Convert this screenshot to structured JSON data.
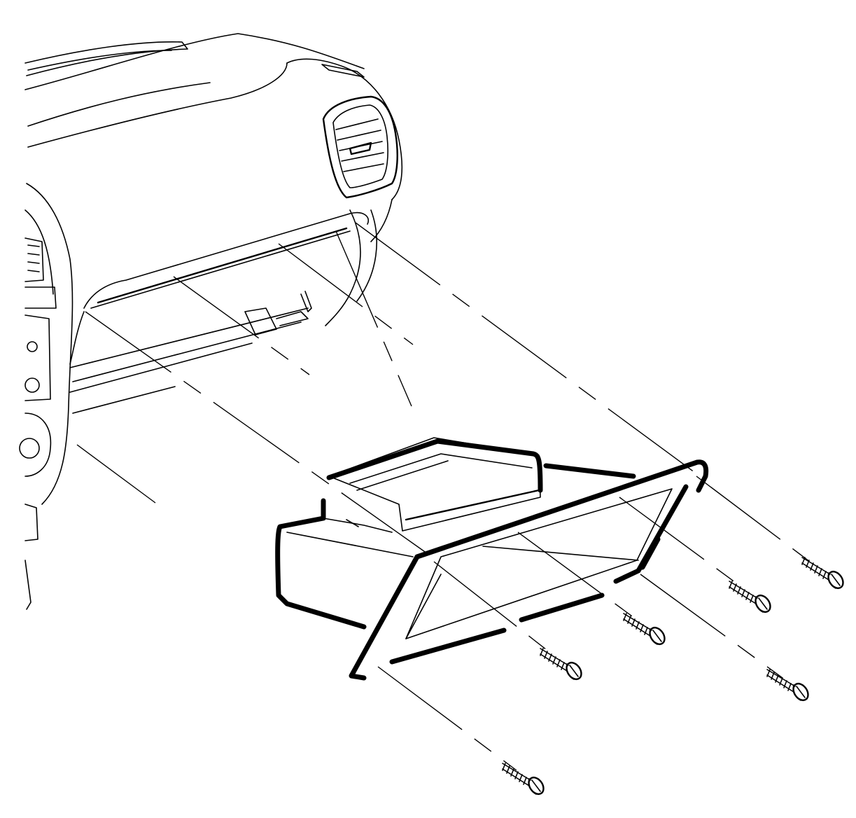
{
  "diagram": {
    "colors": {
      "line": "#000000",
      "background": "#ffffff"
    },
    "parts": [
      {
        "id": "instrument-panel"
      },
      {
        "id": "air-vent"
      },
      {
        "id": "glove-box-door-frame"
      },
      {
        "id": "glove-box-bin"
      },
      {
        "id": "screws",
        "count": 6
      }
    ]
  }
}
